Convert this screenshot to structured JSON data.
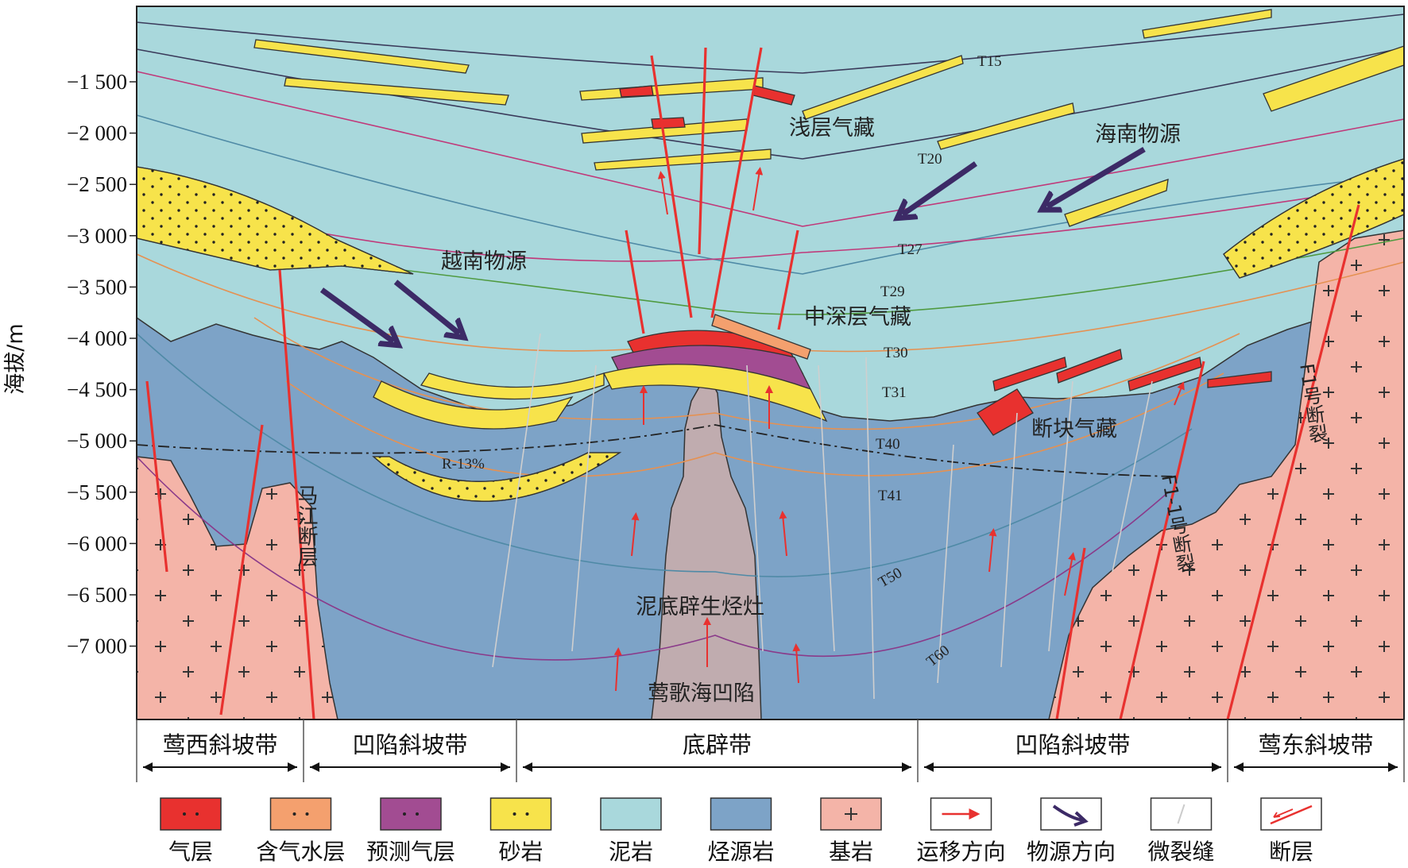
{
  "y_axis": {
    "label": "海拔/m",
    "ticks": [
      "−1 500",
      "−2 000",
      "−2 500",
      "−3 000",
      "−3 500",
      "−4 000",
      "−4 500",
      "−5 000",
      "−5 500",
      "−6 000",
      "−6 500",
      "−7 000"
    ]
  },
  "horizons": [
    "T15",
    "T20",
    "T27",
    "T29",
    "T30",
    "T31",
    "T40",
    "T41",
    "T50",
    "T60",
    "R-13%"
  ],
  "annotations": {
    "shallow_gas": "浅层气藏",
    "hainan_source": "海南物源",
    "vietnam_source": "越南物源",
    "mid_deep_gas": "中深层气藏",
    "fault_block_gas": "断块气藏",
    "mud_kitchen": "泥底辟生烃灶",
    "depression": "莺歌海凹陷",
    "majiang_fault": "马江断层",
    "f11_fault": "F1-1号断裂",
    "f1_fault": "F1号断裂"
  },
  "zones": [
    "莺西斜坡带",
    "凹陷斜坡带",
    "底辟带",
    "凹陷斜坡带",
    "莺东斜坡带"
  ],
  "legend": [
    {
      "label": "气层",
      "symbol": "gas-layer",
      "color": "#e8312f"
    },
    {
      "label": "含气水层",
      "symbol": "gas-water-layer",
      "color": "#f4a06e"
    },
    {
      "label": "预测气层",
      "symbol": "predicted-gas-layer",
      "color": "#a24c92"
    },
    {
      "label": "砂岩",
      "symbol": "sandstone",
      "color": "#f7e34b"
    },
    {
      "label": "泥岩",
      "symbol": "mudstone",
      "color": "#a9d8dc"
    },
    {
      "label": "烃源岩",
      "symbol": "source-rock",
      "color": "#7da3c7"
    },
    {
      "label": "基岩",
      "symbol": "bedrock",
      "color": "#f4b4a8"
    },
    {
      "label": "运移方向",
      "symbol": "migration-arrow",
      "color": "#e8312f"
    },
    {
      "label": "物源方向",
      "symbol": "provenance-arrow",
      "color": "#3c2a66"
    },
    {
      "label": "微裂缝",
      "symbol": "microfracture",
      "color": "#cccccc"
    },
    {
      "label": "断层",
      "symbol": "fault",
      "color": "#e8312f"
    }
  ]
}
